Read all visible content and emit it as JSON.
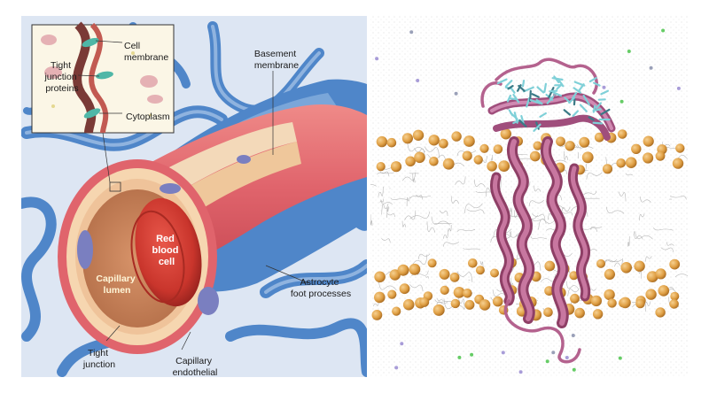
{
  "left_panel": {
    "labels": {
      "cell_membrane": [
        "Cell",
        "membrane"
      ],
      "tight_junction_proteins": [
        "Tight",
        "junction",
        "proteins"
      ],
      "cytoplasm": "Cytoplasm",
      "basement_membrane": [
        "Basement",
        "membrane"
      ],
      "red_blood_cell": [
        "Red",
        "blood",
        "cell"
      ],
      "capillary_lumen": [
        "Capillary",
        "lumen"
      ],
      "astrocyte_foot_processes": [
        "Astrocyte",
        "foot processes"
      ],
      "tight_junction": [
        "Tight",
        "junction"
      ],
      "capillary_endothelial": [
        "Capillary",
        "endothelial"
      ]
    },
    "colors": {
      "background": "#dde6f3",
      "astrocyte": "#4f86c9",
      "vessel_wall": "#e0646c",
      "endothelium": "#f2c89e",
      "lumen": "#c9835a",
      "rbc": "#c9352c"
    }
  },
  "right_panel": {
    "colors": {
      "lipid_head": "#e0a045",
      "protein_ribbon": "#b4628e",
      "ligand_stick": "#7fd0d8",
      "lipid_tail": "#b8b8b8"
    }
  }
}
